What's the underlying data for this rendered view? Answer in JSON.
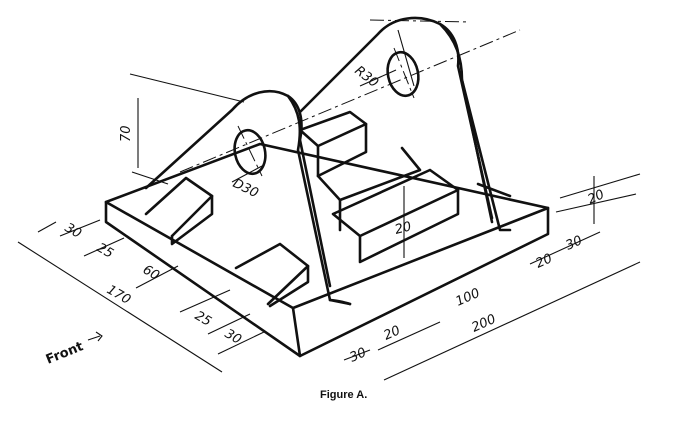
{
  "caption": "Figure A.",
  "view_label": "Front",
  "dimensions": {
    "height_70": "70",
    "radius": "R30",
    "hole_diameter": "D30",
    "rib_20": "20",
    "left_30": "30",
    "left_25a": "25",
    "left_60": "60",
    "left_170": "170",
    "left_25b": "25",
    "left_30b": "30",
    "bottom_30": "30",
    "bottom_20": "20",
    "bottom_100": "100",
    "bottom_200": "200",
    "right_20a": "20",
    "right_30": "30",
    "right_20b": "20"
  }
}
